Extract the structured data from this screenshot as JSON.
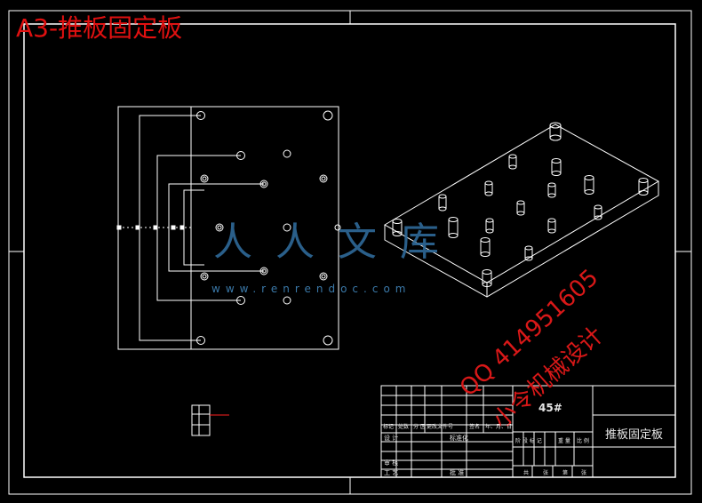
{
  "title": "A3-推板固定板",
  "watermark": {
    "logo_text": "人人文库",
    "url": "www.renrendoc.com",
    "qq_line": "QQ 414951605",
    "designer_line": "小令机械设计"
  },
  "title_block": {
    "material": "45#",
    "part_name": "推板固定板",
    "header_row": [
      "标记",
      "处数",
      "分 区",
      "更改文件号",
      "签名",
      "年、月、日"
    ],
    "labels": {
      "design": "设 计",
      "standardize": "标准化",
      "review": "审 核",
      "process": "工 艺",
      "approve": "批 准"
    },
    "stage_headers": [
      "阶 段 标 记",
      "重 量",
      "比 例"
    ],
    "sheet_row": [
      "共",
      "张",
      "第",
      "张"
    ]
  },
  "colors": {
    "background": "#000000",
    "lines": "#ffffff",
    "title_red": "#e01010",
    "watermark_blue": "#2f6a9a",
    "section_mark": "#ff2020"
  }
}
